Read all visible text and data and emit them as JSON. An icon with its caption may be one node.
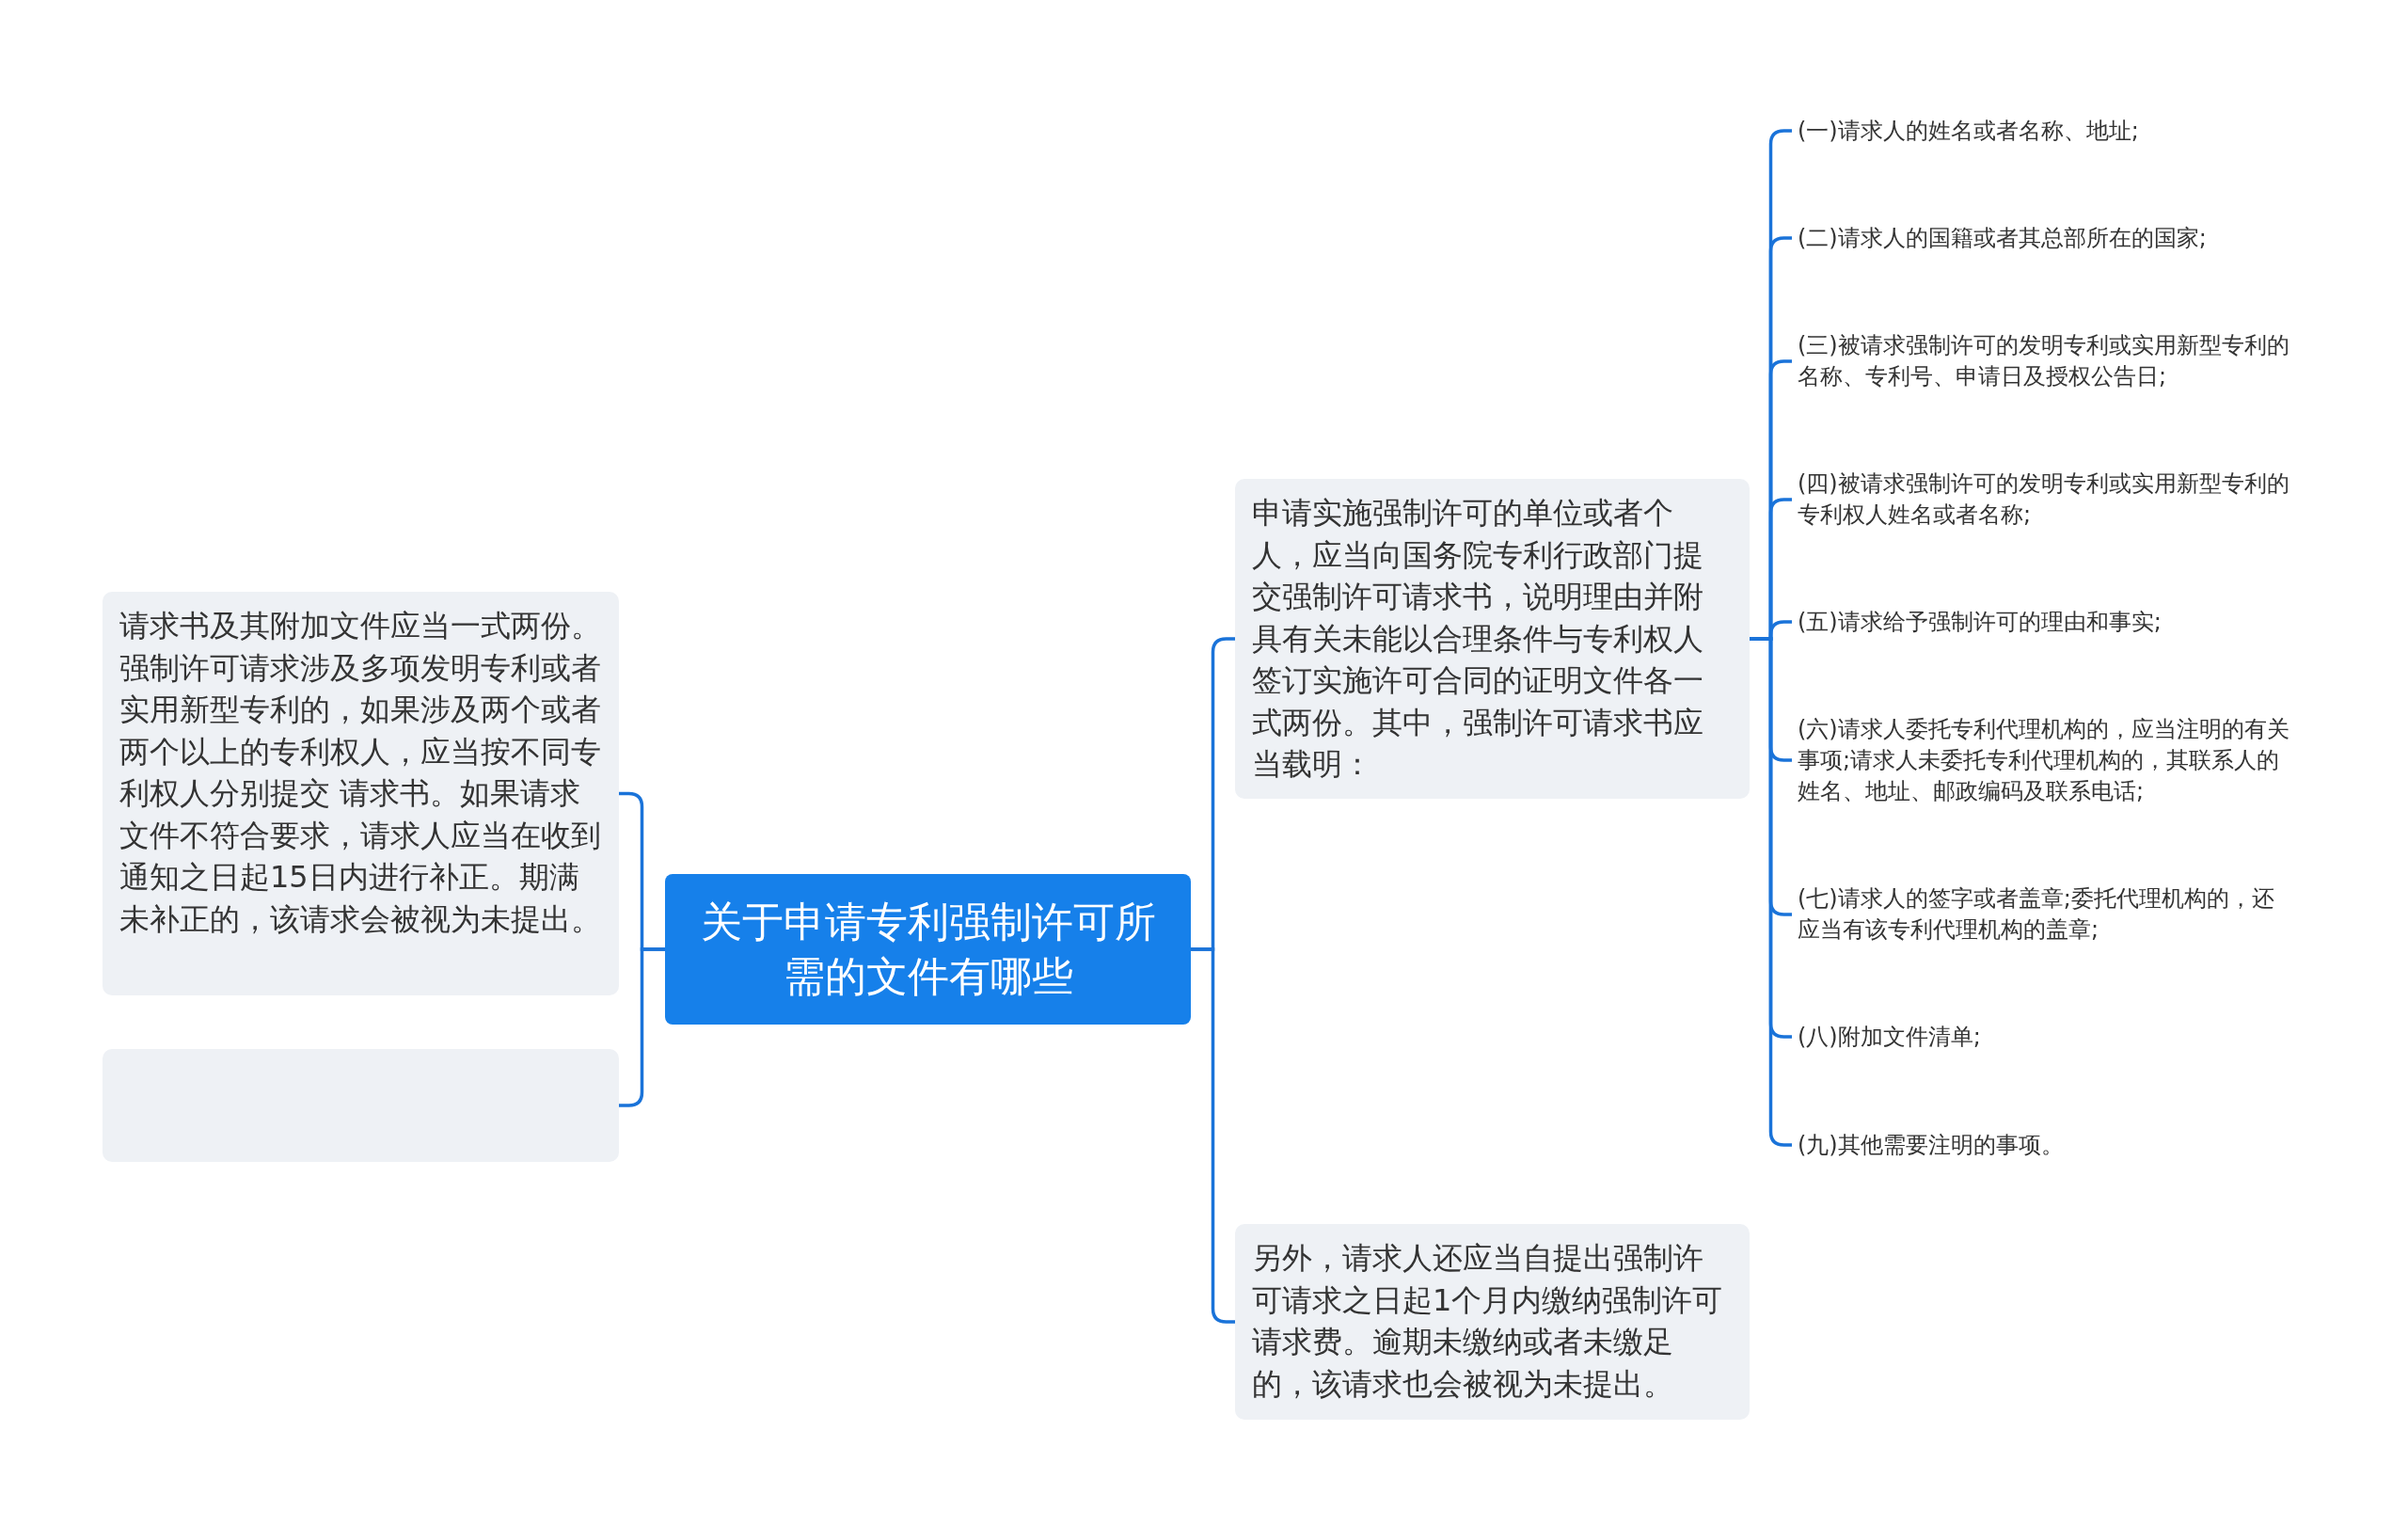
{
  "diagram": {
    "nodes": [
      {
        "text": [
          "关于申请专利强制许可所需的文件有哪些"
        ]
      },
      {
        "text": [
          "请求书及其附加文件应当一式两份。强制许可请求涉及多项发明专利或者实用新型专利的，如果涉及两个或者两个以上的专利权人，应当按不同专利权人分别提交 请求书。如果请求文件不符合要求，请求人应当在收到通知之日起15日内进行补正。期满未补正的，该请求会被视为未提出。"
        ]
      },
      {
        "text": [],
        "shape": "box"
      },
      {
        "text": [
          "申请实施强制许可的单位或者个人，应当向国务院专利行政部门提交强制许可请求书，说明理由并附具有关未能以合理条件与专利权人签订实施许可合同的证明文件各一式两份。其中，强制许可请求书应当载明："
        ]
      },
      {
        "text": [
          "(一)请求人的姓名或者名称、地址;"
        ]
      },
      {
        "text": [
          "(二)请求人的国籍或者其总部所在的国家;"
        ]
      },
      {
        "text": [
          "(三)被请求强制许可的发明专利或实用新型专利的名称、专利号、申请日及授权公告日;"
        ]
      },
      {
        "text": [
          "(四)被请求强制许可的发明专利或实用新型专利的专利权人姓名或者名称;"
        ]
      },
      {
        "text": [
          "(五)请求给予强制许可的理由和事实;"
        ]
      },
      {
        "text": [
          "(六)请求人委托专利代理机构的，应当注明的有关事项;请求人未委托专利代理机构的，其联系人的姓名、地址、邮政编码及联系电话;"
        ]
      },
      {
        "text": [
          "(七)请求人的签字或者盖章;委托代理机构的，还应当有该专利代理机构的盖章;"
        ]
      },
      {
        "text": [
          "(八)附加文件清单;"
        ]
      },
      {
        "text": [
          "(九)其他需要注明的事项。"
        ]
      },
      {
        "text": [
          "另外，请求人还应当自提出强制许可请求之日起1个月内缴纳强制许可请求费。逾期未缴纳或者未缴足的，该请求也会被视为未提出。"
        ]
      }
    ],
    "edges": [
      {
        "from": 0,
        "to": 1,
        "arrow": "none"
      },
      {
        "from": 0,
        "to": 2,
        "arrow": "none"
      },
      {
        "from": 0,
        "to": 3,
        "arrow": "none"
      },
      {
        "from": 3,
        "to": 4,
        "arrow": "none"
      },
      {
        "from": 3,
        "to": 5,
        "arrow": "none"
      },
      {
        "from": 3,
        "to": 6,
        "arrow": "none"
      },
      {
        "from": 3,
        "to": 7,
        "arrow": "none"
      },
      {
        "from": 3,
        "to": 8,
        "arrow": "none"
      },
      {
        "from": 3,
        "to": 9,
        "arrow": "none"
      },
      {
        "from": 3,
        "to": 10,
        "arrow": "none"
      },
      {
        "from": 3,
        "to": 11,
        "arrow": "none"
      },
      {
        "from": 3,
        "to": 12,
        "arrow": "none"
      },
      {
        "from": 0,
        "to": 13,
        "arrow": "none"
      }
    ]
  }
}
